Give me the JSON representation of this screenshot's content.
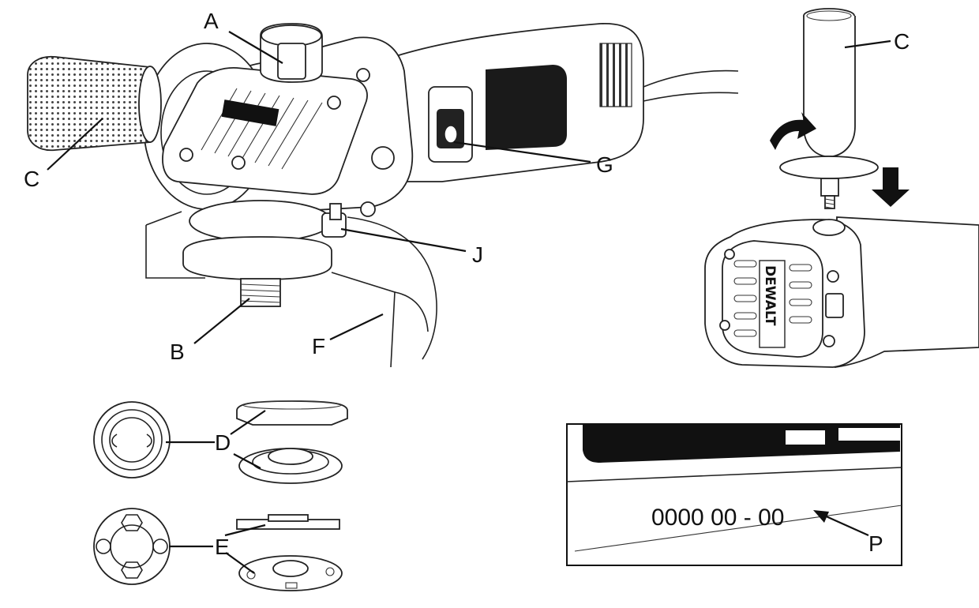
{
  "labels": {
    "A": "A",
    "B": "B",
    "C_left": "C",
    "C_right": "C",
    "D": "D",
    "E": "E",
    "F": "F",
    "G": "G",
    "J": "J",
    "P": "P"
  },
  "serial_code": "0000 00 - 00",
  "brand_text": "DEWALT"
}
